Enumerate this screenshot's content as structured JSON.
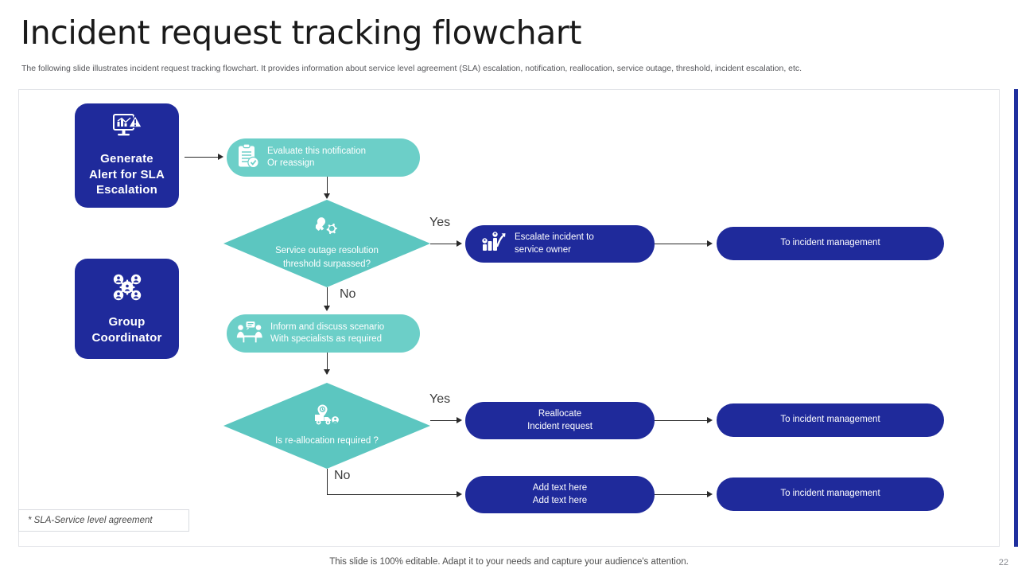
{
  "header": {
    "title": "Incident request tracking flowchart",
    "subtitle": "The following slide illustrates incident request tracking flowchart. It provides information about service level agreement (SLA) escalation, notification, reallocation, service outage, threshold, incident escalation, etc."
  },
  "colors": {
    "brand_blue": "#1f2a9b",
    "teal_pill": "#6ccfc8",
    "teal_diamond": "#5cc6c0",
    "accent_bar": "#1f2f9e",
    "connector": "#2a2a2a",
    "title_text": "#1a1a1a",
    "subtitle_text": "#55565a"
  },
  "roles": [
    {
      "id": "generate-alert",
      "icon": "monitor-chart-alert-icon",
      "line1": "Generate",
      "line2": "Alert for SLA",
      "line3": "Escalation"
    },
    {
      "id": "group-coordinator",
      "icon": "team-network-gear-icon",
      "line1": "Group",
      "line2": "Coordinator",
      "line3": ""
    }
  ],
  "flow": {
    "evaluate_notification": {
      "icon": "clipboard-check-icon",
      "line1": "Evaluate  this notification",
      "line2": "Or reassign"
    },
    "decision_outage": {
      "icon": "wrench-gear-icon",
      "line1": "Service  outage  resolution",
      "line2": "threshold  surpassed?",
      "yes_label": "Yes",
      "no_label": "No"
    },
    "escalate_incident": {
      "icon": "escalation-chart-people-icon",
      "line1": "Escalate incident to",
      "line2": "service  owner"
    },
    "inform_discuss": {
      "icon": "people-meeting-icon",
      "line1": "Inform  and  discuss scenario",
      "line2": "With specialists as required"
    },
    "decision_reallocation": {
      "icon": "truck-location-icon",
      "line1": "Is re-allocation  required  ?",
      "line2": "",
      "yes_label": "Yes",
      "no_label": "No"
    },
    "reallocate_request": {
      "line1": "Reallocate",
      "line2": "Incident request"
    },
    "add_text_box": {
      "line1": "Add text here",
      "line2": "Add text here"
    },
    "outcomes": [
      {
        "id": "outcome-1",
        "label": "To incident management"
      },
      {
        "id": "outcome-2",
        "label": "To incident management"
      },
      {
        "id": "outcome-3",
        "label": "To incident management"
      }
    ]
  },
  "footnote": "* SLA-Service level agreement",
  "footer": {
    "note": "This slide is 100% editable. Adapt it to your needs and capture your audience's attention.",
    "page_number": "22"
  }
}
